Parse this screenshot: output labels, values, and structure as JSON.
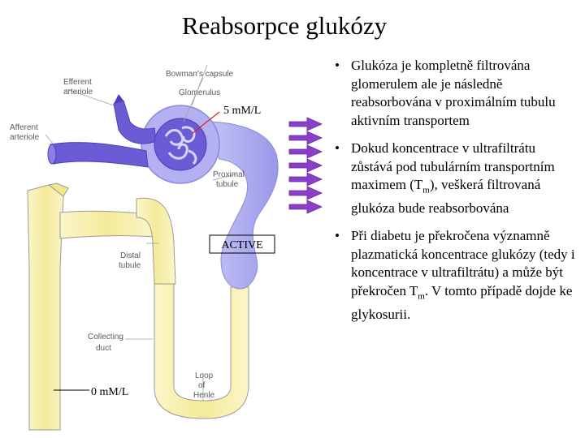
{
  "title": "Reabsorpce glukózy",
  "diagram": {
    "labels": {
      "efferent": "Efferent arteriole",
      "efferent_l1": "Efferent",
      "efferent_l2": "arteriole",
      "afferent_l1": "Afferent",
      "afferent_l2": "arteriole",
      "bowman": "Bowman's capsule",
      "glomerulus": "Glomerulus",
      "proximal_l1": "Proximal",
      "proximal_l2": "tubule",
      "distal_l1": "Distal",
      "distal_l2": "tubule",
      "collecting_l1": "Collecting",
      "collecting_l2": "duct",
      "loop_l1": "Loop",
      "loop_l2": "of",
      "loop_l3": "Henle"
    },
    "conc_top": "5 mM/L",
    "conc_bottom": "0 mM/L",
    "active_label": "ACTIVE",
    "colors": {
      "vessel": "#6b5cd6",
      "tubule_blue": "#a9a7ee",
      "tubule_yellow": "#f8f2b0",
      "arrow": "#8a3fc8",
      "outline": "#9a9a9a"
    }
  },
  "bullets": [
    {
      "text": "Glukóza je kompletně filtrována glomerulem ale je následně reabsorbována v proximálním tubulu aktivním transportem"
    },
    {
      "pre": "Dokud koncentrace v ultrafiltrátu zůstává pod tubulárním transportním maximem (T",
      "sub": "m",
      "post": "), veškerá filtrovaná glukóza bude reabsorbována"
    },
    {
      "pre": "Při diabetu je překročena významně plazmatická koncentrace glukózy (tedy i koncentrace v ultrafiltrátu) a může být překročen T",
      "sub": "m",
      "post": ".  V tomto případě dojde ke glykosurii."
    }
  ]
}
